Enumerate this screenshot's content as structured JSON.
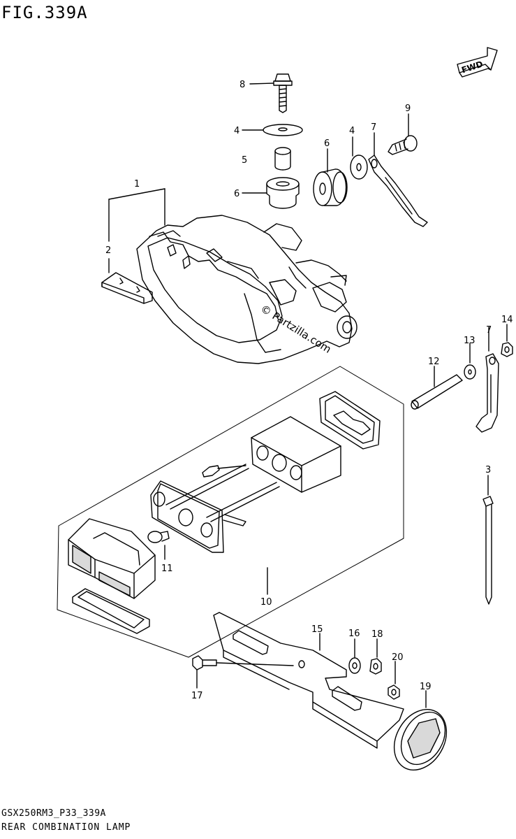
{
  "figure": {
    "title": "FIG.339A",
    "code": "GSX250RM3_P33_339A",
    "caption": "REAR COMBINATION LAMP"
  },
  "direction": {
    "label": "FWD"
  },
  "watermark": "© Partzilla.com",
  "callouts": [
    {
      "id": "c8",
      "text": "8"
    },
    {
      "id": "c4a",
      "text": "4"
    },
    {
      "id": "c5",
      "text": "5"
    },
    {
      "id": "c6a",
      "text": "6"
    },
    {
      "id": "c6b",
      "text": "6"
    },
    {
      "id": "c4b",
      "text": "4"
    },
    {
      "id": "c7a",
      "text": "7"
    },
    {
      "id": "c9",
      "text": "9"
    },
    {
      "id": "c1",
      "text": "1"
    },
    {
      "id": "c2",
      "text": "2"
    },
    {
      "id": "c14",
      "text": "14"
    },
    {
      "id": "c7b",
      "text": "7"
    },
    {
      "id": "c13",
      "text": "13"
    },
    {
      "id": "c12",
      "text": "12"
    },
    {
      "id": "c3",
      "text": "3"
    },
    {
      "id": "c11",
      "text": "11"
    },
    {
      "id": "c10",
      "text": "10"
    },
    {
      "id": "c15",
      "text": "15"
    },
    {
      "id": "c16",
      "text": "16"
    },
    {
      "id": "c18",
      "text": "18"
    },
    {
      "id": "c20",
      "text": "20"
    },
    {
      "id": "c17",
      "text": "17"
    },
    {
      "id": "c19",
      "text": "19"
    }
  ]
}
